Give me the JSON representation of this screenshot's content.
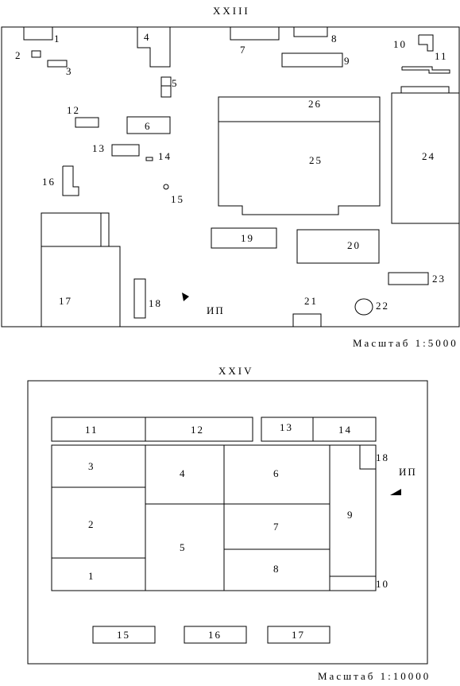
{
  "plan1": {
    "title": "XXIII",
    "scale": "Масштаб 1:5000",
    "mark": "ИП",
    "labels": [
      "1",
      "2",
      "3",
      "4",
      "5",
      "6",
      "7",
      "8",
      "9",
      "10",
      "11",
      "12",
      "13",
      "14",
      "15",
      "16",
      "17",
      "18",
      "19",
      "20",
      "21",
      "22",
      "23",
      "24",
      "25",
      "26"
    ]
  },
  "plan2": {
    "title": "XXIV",
    "scale": "Масштаб 1:10000",
    "mark": "ИП",
    "labels": [
      "1",
      "2",
      "3",
      "4",
      "5",
      "6",
      "7",
      "8",
      "9",
      "10",
      "11",
      "12",
      "13",
      "14",
      "15",
      "16",
      "17",
      "18"
    ]
  }
}
